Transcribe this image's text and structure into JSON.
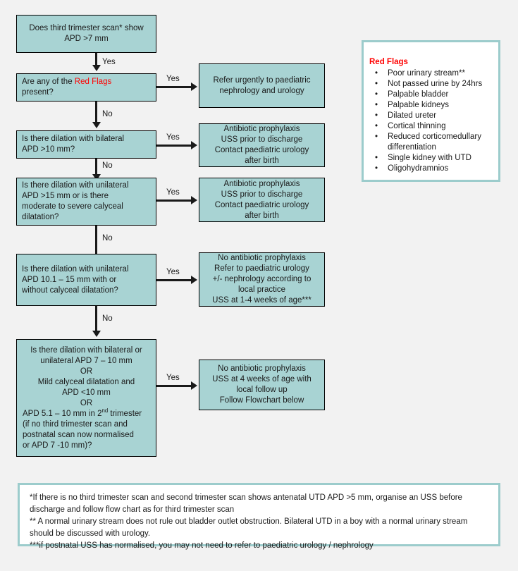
{
  "flowchart": {
    "decisions": [
      {
        "id": "d1",
        "lines": [
          "Does third trimester scan* show",
          "APD >7 mm"
        ],
        "align": "center"
      },
      {
        "id": "d2",
        "prefix": "Are any of the ",
        "highlight": "Red Flags",
        "suffix": "",
        "line2": "present?",
        "align": "left"
      },
      {
        "id": "d3",
        "lines": [
          "Is there dilation with bilateral",
          "APD >10 mm?"
        ],
        "align": "left"
      },
      {
        "id": "d4",
        "lines": [
          "Is there dilation with unilateral",
          "APD >15 mm or is there",
          "moderate to severe calyceal",
          "dilatation?"
        ],
        "align": "left"
      },
      {
        "id": "d5",
        "lines": [
          "Is there dilation with unilateral",
          "APD 10.1 – 15 mm with or",
          "without calyceal dilatation?"
        ],
        "align": "left"
      },
      {
        "id": "d6",
        "centered_lines": [
          "Is there dilation with bilateral or",
          "unilateral APD 7 – 10 mm",
          "OR",
          "Mild calyceal dilatation and",
          "APD <10 mm",
          "OR"
        ],
        "superscript_line": {
          "before": "APD 5.1 – 10 mm in 2",
          "sup": "nd",
          "after": " trimester"
        },
        "left_lines": [
          "(if no third trimester scan and",
          "postnatal scan now normalised",
          "or APD 7 -10 mm)?"
        ]
      }
    ],
    "outcomes": [
      {
        "id": "o1",
        "lines": [
          "Refer urgently to paediatric",
          "nephrology and urology"
        ]
      },
      {
        "id": "o2",
        "lines": [
          "Antibiotic prophylaxis",
          "USS prior to discharge",
          "Contact paediatric urology",
          "after birth"
        ]
      },
      {
        "id": "o3",
        "lines": [
          "Antibiotic prophylaxis",
          "USS prior to discharge",
          "Contact paediatric urology",
          "after birth"
        ]
      },
      {
        "id": "o4",
        "lines": [
          "No antibiotic prophylaxis",
          "Refer to paediatric urology",
          "+/- nephrology according to",
          "local practice",
          "USS at 1-4 weeks of age***"
        ]
      },
      {
        "id": "o5",
        "lines": [
          "No antibiotic prophylaxis",
          "USS at 4 weeks of age with",
          "local follow up",
          "Follow Flowchart below"
        ]
      }
    ],
    "edge_labels": {
      "yes": "Yes",
      "no": "No"
    }
  },
  "red_flags_panel": {
    "title": "Red Flags",
    "bullet": "•",
    "items": [
      "Poor urinary stream**",
      "Not passed urine by 24hrs",
      "Palpable bladder",
      "Palpable kidneys",
      "Dilated ureter",
      "Cortical thinning",
      "Reduced corticomedullary differentiation",
      "Single kidney with UTD",
      "Oligohydramnios"
    ]
  },
  "footnotes_panel": {
    "lines": [
      "*If there is no third trimester scan and second trimester scan shows antenatal UTD APD >5 mm, organise an USS before",
      "discharge and follow flow chart as for third trimester scan",
      "** A normal urinary stream does not rule out bladder outlet obstruction. Bilateral UTD in a boy with a normal urinary stream",
      "should be discussed with urology.",
      "***if postnatal USS has normalised, you may not need to refer to paediatric urology / nephrology"
    ]
  },
  "colors": {
    "box_fill": "#a8d3d3",
    "panel_border": "#9ccccc",
    "accent_red": "#ff0000",
    "page_bg": "#f2f2f2",
    "line": "#1a1a1a"
  }
}
